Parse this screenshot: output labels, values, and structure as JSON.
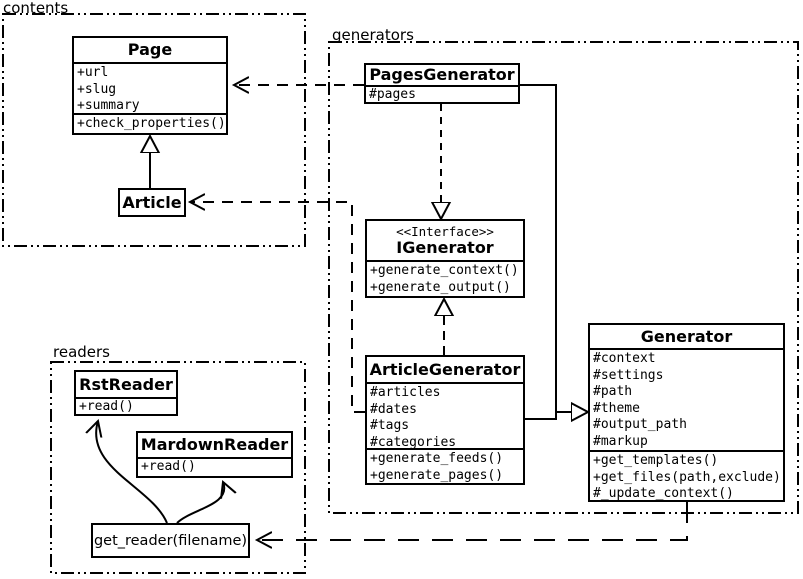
{
  "diagram": {
    "kind": "uml-class-diagram",
    "colors": {
      "line": "#000000",
      "background": "#ffffff",
      "box_fill": "#ffffff"
    }
  },
  "packages": {
    "contents": {
      "label": "contents"
    },
    "generators": {
      "label": "generators"
    },
    "readers": {
      "label": "readers"
    }
  },
  "classes": {
    "page": {
      "name": "Page",
      "attributes": [
        "+url",
        "+slug",
        "+summary"
      ],
      "methods": [
        "+check_properties()"
      ]
    },
    "article": {
      "name": "Article"
    },
    "pages_generator": {
      "name": "PagesGenerator",
      "attributes": [
        "#pages"
      ]
    },
    "igenerator": {
      "stereotype": "<<Interface>>",
      "name": "IGenerator",
      "methods": [
        "+generate_context()",
        "+generate_output()"
      ]
    },
    "article_generator": {
      "name": "ArticleGenerator",
      "attributes": [
        "#articles",
        "#dates",
        "#tags",
        "#categories"
      ],
      "methods": [
        "+generate_feeds()",
        "+generate_pages()"
      ]
    },
    "generator": {
      "name": "Generator",
      "attributes": [
        "#context",
        "#settings",
        "#path",
        "#theme",
        "#output_path",
        "#markup"
      ],
      "methods": [
        "+get_templates()",
        "+get_files(path,exclude)",
        "#_update_context()"
      ]
    },
    "rst_reader": {
      "name": "RstReader",
      "methods": [
        "+read()"
      ]
    },
    "mardown_reader": {
      "name": "MardownReader",
      "methods": [
        "+read()"
      ]
    }
  },
  "function_node": {
    "label": "get_reader(filename)"
  },
  "relationships": [
    "Article --|> Page",
    "PagesGenerator ..|> IGenerator",
    "ArticleGenerator ..|> IGenerator",
    "PagesGenerator --|> Generator",
    "ArticleGenerator --|> Generator",
    "PagesGenerator ..> Page",
    "ArticleGenerator ..> Article",
    "Generator ..> get_reader(filename)",
    "get_reader(filename) --> RstReader",
    "get_reader(filename) --> MardownReader"
  ]
}
